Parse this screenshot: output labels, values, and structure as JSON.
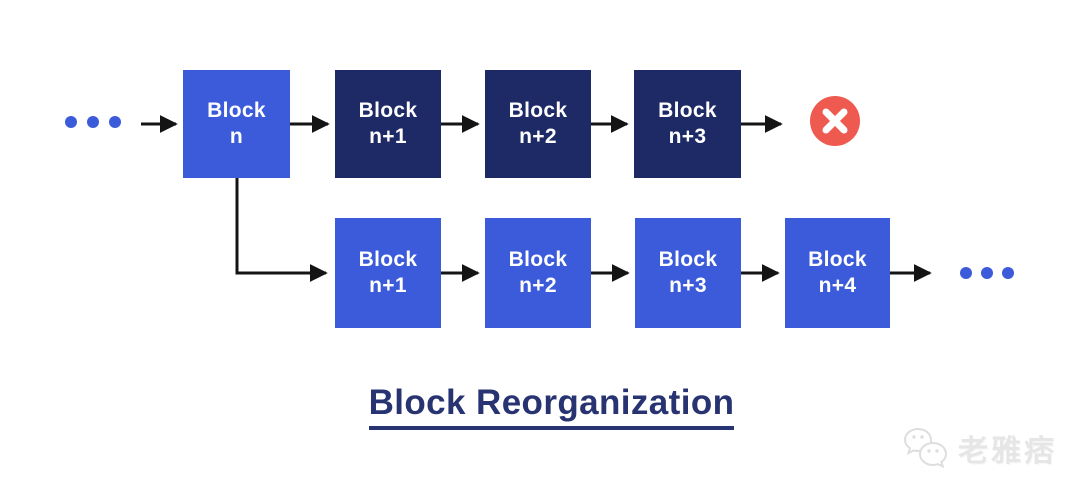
{
  "title": {
    "text": "Block Reorganization"
  },
  "colors": {
    "block_light_blue": "#3B5BDA",
    "block_dark_navy": "#1E2A66",
    "reject_red": "#EE5A50",
    "title_navy": "#283471",
    "connector_black": "#141414",
    "ellipsis_dots_blue": "#3B5BDA",
    "watermark_gray": "#E6E6E6"
  },
  "top_chain": {
    "ellipsis_icon": "ellipsis-dots",
    "blocks": [
      {
        "line1": "Block",
        "line2": "n"
      },
      {
        "line1": "Block",
        "line2": "n+1"
      },
      {
        "line1": "Block",
        "line2": "n+2"
      },
      {
        "line1": "Block",
        "line2": "n+3"
      }
    ],
    "terminator_icon": "rejected-x-circle"
  },
  "bottom_chain": {
    "blocks": [
      {
        "line1": "Block",
        "line2": "n+1"
      },
      {
        "line1": "Block",
        "line2": "n+2"
      },
      {
        "line1": "Block",
        "line2": "n+3"
      },
      {
        "line1": "Block",
        "line2": "n+4"
      }
    ],
    "ellipsis_icon": "ellipsis-dots"
  },
  "watermark": {
    "logo_icon": "wechat-bubbles-logo",
    "text": "老雅痞"
  }
}
